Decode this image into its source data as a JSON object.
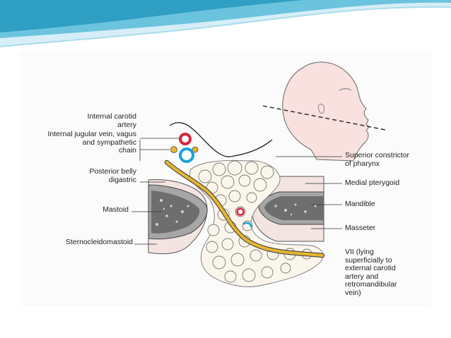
{
  "labels": {
    "internal_carotid": "Internal carotid\nartery",
    "internal_jugular": "Internal jugular vein, vagus\nand sympathetic\nchain",
    "posterior_belly": "Posterior belly\ndigastric",
    "mastoid": "Mastoid",
    "sternocleidomastoid": "Sternocleidomastoid",
    "superior_constrictor": "Superior constrictor\nof pharynx",
    "medial_pterygoid": "Medial pterygoid",
    "mandible": "Mandible",
    "masseter": "Masseter",
    "facial_nerve": "VII (lying\nsuperficially to\nexternal carotid\nartery and\nretromandibular\nvein)"
  },
  "colors": {
    "banner_light": "#cfeaf4",
    "banner_dark": "#3fa9c9",
    "artery": "#d7263d",
    "vein": "#1aa3d9",
    "nerve": "#e6b62f",
    "muscle": "#f3e3e1",
    "bone": "#9a9a9a"
  }
}
